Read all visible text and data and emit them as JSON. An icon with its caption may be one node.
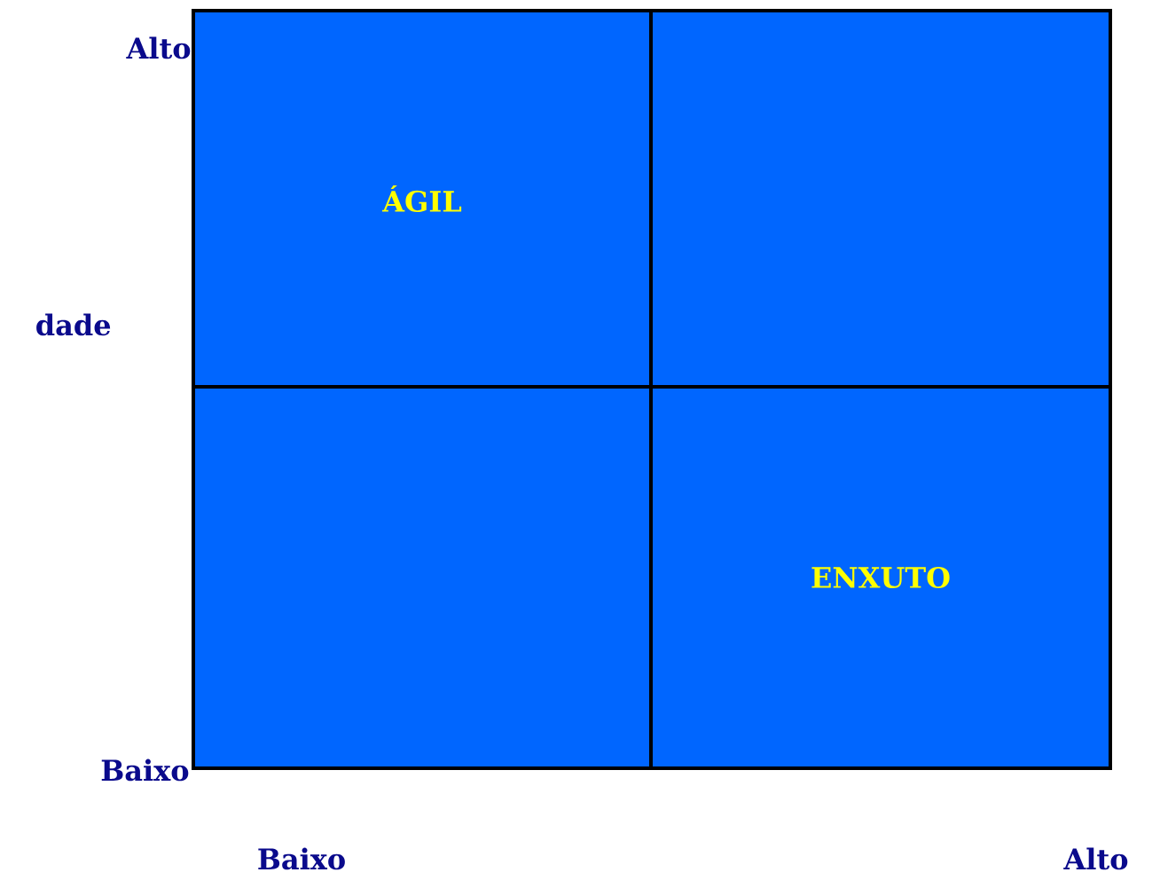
{
  "diagram": {
    "nodes": [
      {
        "text": [
          "ÁGIL"
        ]
      },
      {
        "text": [],
        "shape": "box"
      },
      {
        "text": [],
        "shape": "box"
      },
      {
        "text": [
          "ENXUTO"
        ]
      }
    ],
    "labels": [
      "Alto",
      "dade",
      "Baixo",
      "Baixo",
      "Alto"
    ]
  }
}
